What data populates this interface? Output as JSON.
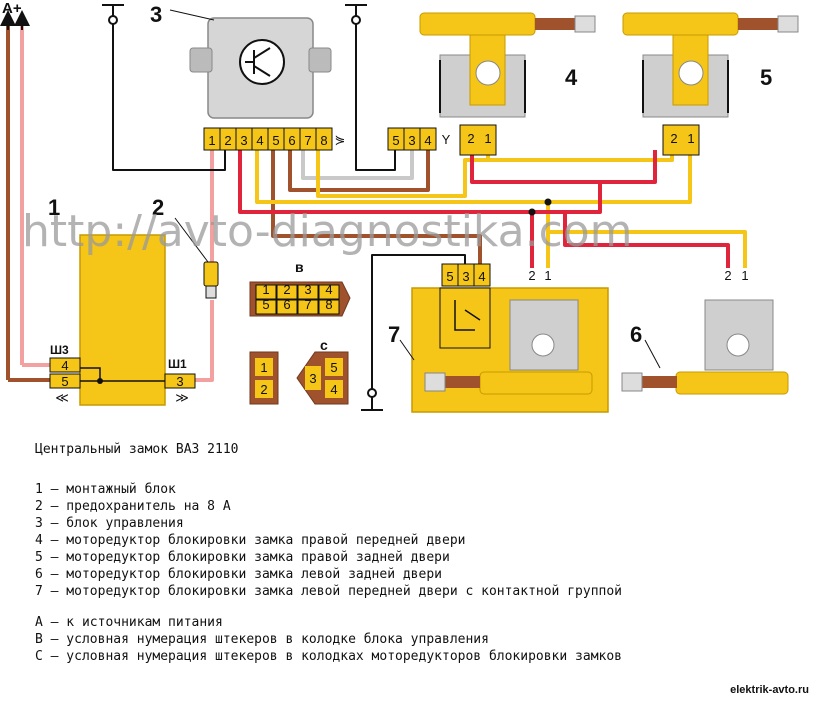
{
  "diagram": {
    "power_label": "A+",
    "watermark": "http://avto-diagnostika.com",
    "component_labels": [
      "1",
      "2",
      "3",
      "4",
      "5",
      "6",
      "7"
    ],
    "fusebox": {
      "sh3_label": "Ш3",
      "sh1_label": "Ш1",
      "sh3_pins": [
        "4",
        "5"
      ],
      "sh1_pin": "3"
    },
    "control_unit_pins": [
      "1",
      "2",
      "3",
      "4",
      "5",
      "6",
      "7",
      "8"
    ],
    "control_unit_pins_b": [
      "5",
      "3",
      "4"
    ],
    "motor_pins": [
      "2",
      "1"
    ],
    "driver_pins": [
      "5",
      "3",
      "4"
    ],
    "connector_b": {
      "label": "в",
      "pins": [
        "1",
        "2",
        "3",
        "4",
        "5",
        "6",
        "7",
        "8"
      ]
    },
    "connector_c": {
      "label": "с",
      "left_pins": [
        "1",
        "2"
      ],
      "right_pins": [
        "3",
        "5",
        "4"
      ]
    }
  },
  "caption": {
    "title": "Центральный замок ВАЗ 2110",
    "items": [
      "1 – монтажный блок",
      "2 – предохранитель на 8 А",
      "3 – блок управления",
      "4 – моторедуктор блокировки замка правой передней двери",
      "5 – моторедуктор блокировки замка правой задней двери",
      "6 – моторедуктор блокировки замка левой задней двери",
      "7 – моторедуктор блокировки замка левой передней двери с контактной группой"
    ],
    "notes": [
      "А – к источникам питания",
      "В – условная нумерация штекеров в колодке блока управления",
      "С – условная нумерация штекеров в колодках моторедукторов блокировки замков"
    ]
  },
  "footer": "elektrik-avto.ru",
  "colors": {
    "yellow": "#f5c518",
    "red": "#e0243c",
    "brown": "#a0522d",
    "pink": "#f2a0a0",
    "gray": "#c9c9c9",
    "black": "#111111"
  }
}
